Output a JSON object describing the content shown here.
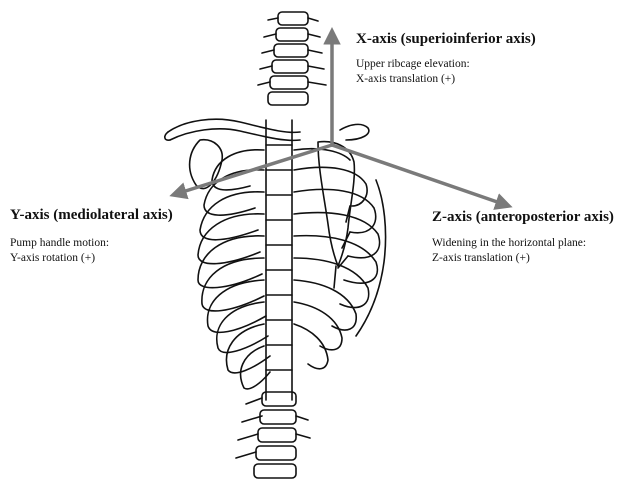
{
  "colors": {
    "axis": "#7a7a7a",
    "ink": "#111111"
  },
  "axes": {
    "x": {
      "title": "X-axis (superioinferior axis)",
      "line1": "Upper ribcage elevation:",
      "line2": "X-axis translation (+)"
    },
    "y": {
      "title": "Y-axis (mediolateral axis)",
      "line1": "Pump handle motion:",
      "line2": "Y-axis rotation (+)"
    },
    "z": {
      "title": "Z-axis (anteroposterior axis)",
      "line1": "Widening in the horizontal plane:",
      "line2": "Z-axis translation (+)"
    }
  }
}
